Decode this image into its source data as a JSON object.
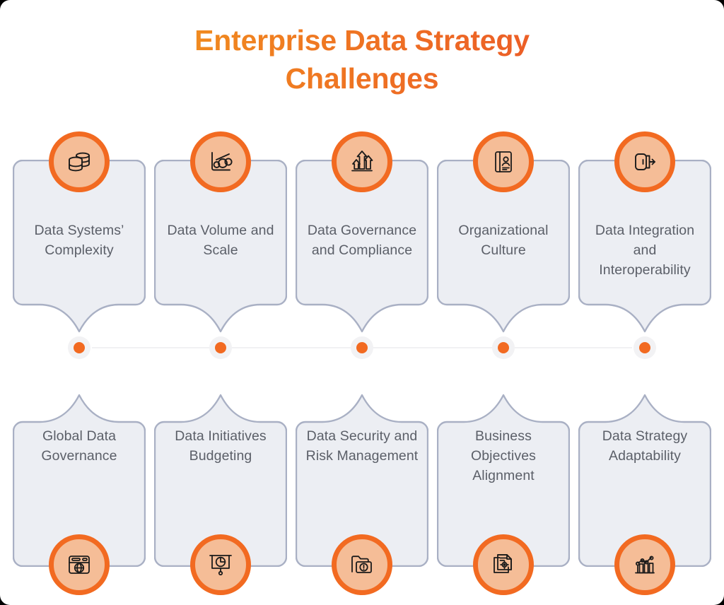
{
  "title": {
    "line1": "Enterprise Data Strategy",
    "line2": "Challenges",
    "gradient_from": "#f5a623",
    "gradient_to": "#e85426"
  },
  "theme": {
    "background": "#ffffff",
    "card_fill": "#eceef3",
    "card_border": "#a9b0c4",
    "badge_ring": "#f26a21",
    "badge_fill": "#f5bd97",
    "icon_stroke": "#1b1b1b",
    "label_color": "#5b5f68",
    "connector_line": "#f1f1f3",
    "connector_halo": "#f2f2f4",
    "connector_dot": "#f26a21"
  },
  "top_row": [
    {
      "label": "Data Systems’ Complexity",
      "icon": "database-stack-icon"
    },
    {
      "label": "Data Volume and Scale",
      "icon": "bar-chart-growth-icon"
    },
    {
      "label": "Data Governance and Compliance",
      "icon": "three-up-arrows-icon"
    },
    {
      "label": "Organizational Culture",
      "icon": "id-card-person-icon"
    },
    {
      "label": "Data Integration and Interoperability",
      "icon": "door-exit-arrow-icon"
    }
  ],
  "bottom_row": [
    {
      "label": "Global Data Governance",
      "icon": "browser-globe-icon"
    },
    {
      "label": "Data Initiatives Budgeting",
      "icon": "presentation-pie-chart-icon"
    },
    {
      "label": "Data Security and Risk Management",
      "icon": "folder-alert-icon"
    },
    {
      "label": "Business Objectives Alignment",
      "icon": "documents-target-icon"
    },
    {
      "label": "Data Strategy Adaptability",
      "icon": "bar-chart-trend-icon"
    }
  ],
  "connectors": [
    {
      "name": "connector-dot-1"
    },
    {
      "name": "connector-dot-2"
    },
    {
      "name": "connector-dot-3"
    },
    {
      "name": "connector-dot-4"
    },
    {
      "name": "connector-dot-5"
    }
  ]
}
